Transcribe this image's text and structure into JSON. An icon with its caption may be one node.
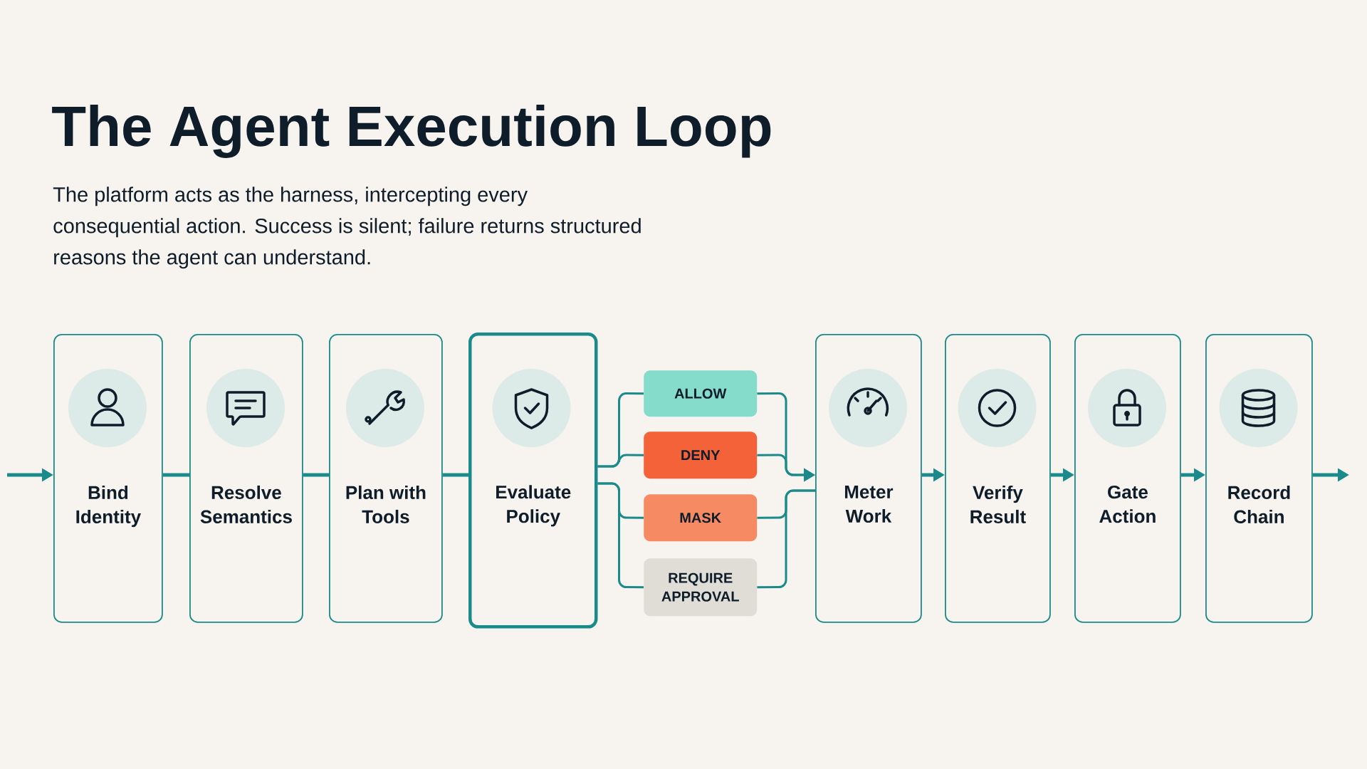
{
  "diagram": {
    "title": "The Agent Execution Loop",
    "nodes": [
      {
        "text": [
          "Bind Identity"
        ]
      },
      {
        "text": [
          "Resolve Semantics"
        ]
      },
      {
        "text": [
          "Plan with Tools"
        ]
      },
      {
        "text": [
          "Evaluate Policy"
        ]
      },
      {
        "text": [
          "ALLOW"
        ]
      },
      {
        "text": [
          "DENY"
        ]
      },
      {
        "text": [
          "MASK"
        ]
      },
      {
        "text": [
          "REQUIRE APPROVAL"
        ]
      },
      {
        "text": [
          "Meter Work"
        ]
      },
      {
        "text": [
          "Verify Result"
        ]
      },
      {
        "text": [
          "Gate Action"
        ]
      },
      {
        "text": [
          "Record Chain"
        ]
      }
    ],
    "edges": [
      {
        "from": null,
        "to": 0,
        "arrow": "to"
      },
      {
        "from": 0,
        "to": 1,
        "arrow": "none"
      },
      {
        "from": 1,
        "to": 2,
        "arrow": "none"
      },
      {
        "from": 2,
        "to": 3,
        "arrow": "none"
      },
      {
        "from": 3,
        "to": 4,
        "arrow": "none"
      },
      {
        "from": 3,
        "to": 5,
        "arrow": "none"
      },
      {
        "from": 3,
        "to": 6,
        "arrow": "none"
      },
      {
        "from": 3,
        "to": 7,
        "arrow": "none"
      },
      {
        "from": 4,
        "to": 8,
        "arrow": "to"
      },
      {
        "from": 5,
        "to": 8,
        "arrow": "to"
      },
      {
        "from": 6,
        "to": 8,
        "arrow": "none"
      },
      {
        "from": 7,
        "to": 8,
        "arrow": "none"
      },
      {
        "from": 8,
        "to": 9,
        "arrow": "to"
      },
      {
        "from": 9,
        "to": 10,
        "arrow": "to"
      },
      {
        "from": 10,
        "to": 11,
        "arrow": "to"
      },
      {
        "from": 11,
        "to": null,
        "arrow": "to"
      }
    ],
    "labels": [
      "The platform acts as the harness, intercepting every consequential action. Success is silent; failure returns structured reasons the agent can understand."
    ]
  }
}
